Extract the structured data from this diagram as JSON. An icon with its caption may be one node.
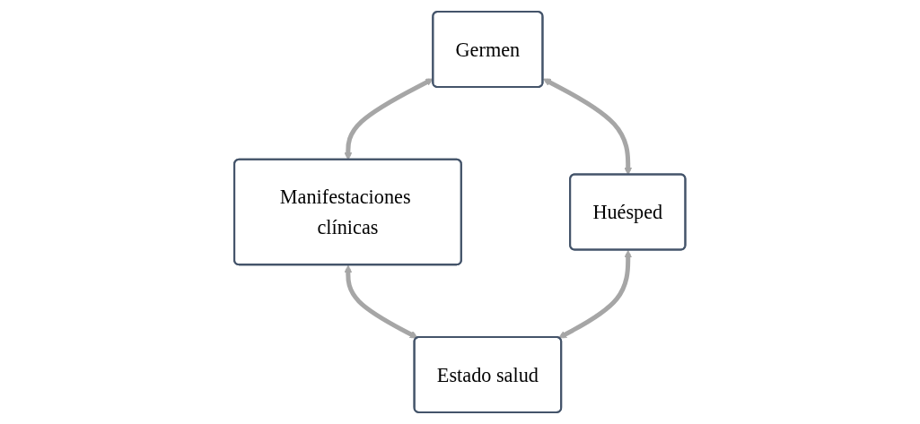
{
  "diagram": {
    "nodes": [
      {
        "text": [
          "Manifestaciones clínicas"
        ]
      },
      {
        "text": [
          "Germen"
        ]
      },
      {
        "text": [
          "Huésped"
        ]
      },
      {
        "text": [
          "Estado salud"
        ]
      }
    ],
    "edges": [
      {
        "from": 1,
        "to": 0,
        "arrow": "both"
      },
      {
        "from": 0,
        "to": 3,
        "arrow": "both"
      },
      {
        "from": 1,
        "to": 2,
        "arrow": "both"
      },
      {
        "from": 2,
        "to": 3,
        "arrow": "both"
      }
    ]
  }
}
